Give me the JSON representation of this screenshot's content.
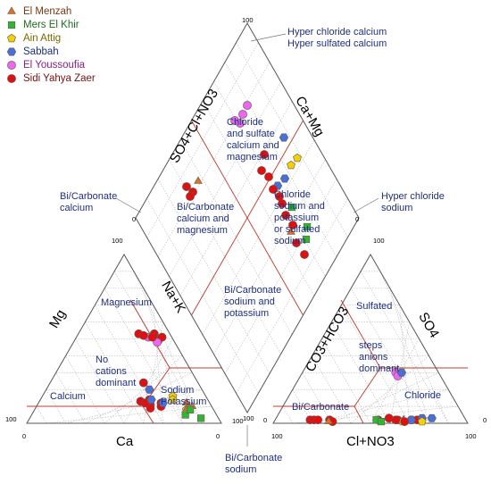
{
  "chart_data": {
    "type": "scatter",
    "diagram": "piper",
    "legend_position": "top-left",
    "grid": true,
    "series": [
      {
        "name": "El Menzah",
        "marker": "triangle",
        "color": "#e07020",
        "text_color": "#7a3a10"
      },
      {
        "name": "Mers El Khir",
        "marker": "square",
        "color": "#33b533",
        "text_color": "#1f6b1f"
      },
      {
        "name": "Ain Attig",
        "marker": "pentagon",
        "color": "#f4d000",
        "text_color": "#7a6a00"
      },
      {
        "name": "Sabbah",
        "marker": "hexagon",
        "color": "#4a6fd8",
        "text_color": "#1f2f80"
      },
      {
        "name": "El Youssoufia",
        "marker": "circle",
        "color": "#ee66ee",
        "text_color": "#8a1f8a"
      },
      {
        "name": "Sidi Yahya Zaer",
        "marker": "circle",
        "color": "#e01010",
        "text_color": "#7a1010"
      }
    ],
    "cation_points": [
      {
        "s": 5,
        "mg": 53,
        "ca": 8
      },
      {
        "s": 5,
        "mg": 49,
        "ca": 8
      },
      {
        "s": 5,
        "mg": 51,
        "ca": 5
      },
      {
        "s": 4,
        "mg": 51,
        "ca": 12
      },
      {
        "s": 4,
        "mg": 48,
        "ca": 9
      },
      {
        "s": 5,
        "mg": 51,
        "ca": 10
      },
      {
        "s": 5,
        "mg": 53,
        "ca": 16
      },
      {
        "s": 5,
        "mg": 52,
        "ca": 14
      },
      {
        "s": 5,
        "mg": 24,
        "ca": 28
      },
      {
        "s": 5,
        "mg": 14,
        "ca": 30
      },
      {
        "s": 5,
        "mg": 13,
        "ca": 35
      },
      {
        "s": 5,
        "mg": 12,
        "ca": 25
      },
      {
        "s": 5,
        "mg": 10,
        "ca": 26
      },
      {
        "s": 5,
        "mg": 11,
        "ca": 31
      },
      {
        "s": 5,
        "mg": 9,
        "ca": 32
      },
      {
        "s": 5,
        "mg": 12,
        "ca": 33
      },
      {
        "s": 3,
        "mg": 20,
        "ca": 27
      },
      {
        "s": 3,
        "mg": 14,
        "ca": 29
      },
      {
        "s": 3,
        "mg": 12,
        "ca": 24
      },
      {
        "s": 2,
        "mg": 16,
        "ca": 17
      },
      {
        "s": 2,
        "mg": 14,
        "ca": 18
      },
      {
        "s": 2,
        "mg": 8,
        "ca": 14
      },
      {
        "s": 0,
        "mg": 12,
        "ca": 12
      },
      {
        "s": 0,
        "mg": 9,
        "ca": 13
      },
      {
        "s": 0,
        "mg": 10,
        "ca": 10
      },
      {
        "s": 1,
        "mg": 5,
        "ca": 16
      },
      {
        "s": 1,
        "mg": 3,
        "ca": 9
      },
      {
        "s": 1,
        "mg": 8,
        "ca": 12
      }
    ],
    "anion_points": [
      {
        "s": 5,
        "so4": 2,
        "cl": 18
      },
      {
        "s": 5,
        "so4": 2,
        "cl": 20
      },
      {
        "s": 5,
        "so4": 2,
        "cl": 22
      },
      {
        "s": 5,
        "so4": 2,
        "cl": 28
      },
      {
        "s": 5,
        "so4": 1,
        "cl": 30
      },
      {
        "s": 5,
        "so4": 2,
        "cl": 53
      },
      {
        "s": 5,
        "so4": 3,
        "cl": 58
      },
      {
        "s": 5,
        "so4": 2,
        "cl": 63
      },
      {
        "s": 5,
        "so4": 2,
        "cl": 70
      },
      {
        "s": 5,
        "so4": 2,
        "cl": 73
      },
      {
        "s": 0,
        "so4": 1,
        "cl": 28
      },
      {
        "s": 0,
        "so4": 2,
        "cl": 66
      },
      {
        "s": 1,
        "so4": 2,
        "cl": 52
      },
      {
        "s": 1,
        "so4": 1,
        "cl": 55
      },
      {
        "s": 4,
        "so4": 30,
        "cl": 48
      },
      {
        "s": 4,
        "so4": 28,
        "cl": 50
      },
      {
        "s": 3,
        "so4": 3,
        "cl": 75
      },
      {
        "s": 3,
        "so4": 3,
        "cl": 80
      },
      {
        "s": 3,
        "so4": 2,
        "cl": 70
      },
      {
        "s": 3,
        "so4": 30,
        "cl": 51
      },
      {
        "s": 2,
        "so4": 1,
        "cl": 76
      },
      {
        "s": 2,
        "so4": 1,
        "cl": 66
      },
      {
        "s": 5,
        "so4": 2,
        "cl": 62
      },
      {
        "s": 5,
        "so4": 1,
        "cl": 67
      }
    ],
    "diamond_points": [
      {
        "s": 4,
        "x": 277,
        "y": 118
      },
      {
        "s": 4,
        "x": 272,
        "y": 128
      },
      {
        "s": 4,
        "x": 263,
        "y": 135
      },
      {
        "s": 4,
        "x": 269,
        "y": 138
      },
      {
        "s": 3,
        "x": 318,
        "y": 154
      },
      {
        "s": 3,
        "x": 319,
        "y": 200
      },
      {
        "s": 3,
        "x": 311,
        "y": 208
      },
      {
        "s": 2,
        "x": 333,
        "y": 177
      },
      {
        "s": 2,
        "x": 326,
        "y": 185
      },
      {
        "s": 1,
        "x": 327,
        "y": 232
      },
      {
        "s": 1,
        "x": 344,
        "y": 254
      },
      {
        "s": 1,
        "x": 343,
        "y": 268
      },
      {
        "s": 0,
        "x": 222,
        "y": 203
      },
      {
        "s": 0,
        "x": 326,
        "y": 260
      },
      {
        "s": 5,
        "x": 296,
        "y": 173
      },
      {
        "s": 5,
        "x": 293,
        "y": 191
      },
      {
        "s": 5,
        "x": 301,
        "y": 198
      },
      {
        "s": 5,
        "x": 306,
        "y": 212
      },
      {
        "s": 5,
        "x": 313,
        "y": 220
      },
      {
        "s": 5,
        "x": 316,
        "y": 228
      },
      {
        "s": 5,
        "x": 320,
        "y": 241
      },
      {
        "s": 5,
        "x": 328,
        "y": 252
      },
      {
        "s": 5,
        "x": 332,
        "y": 272
      },
      {
        "s": 5,
        "x": 341,
        "y": 285
      },
      {
        "s": 5,
        "x": 209,
        "y": 209
      },
      {
        "s": 5,
        "x": 216,
        "y": 215
      },
      {
        "s": 5,
        "x": 213,
        "y": 220
      }
    ],
    "axes": [
      {
        "id": "ca",
        "label": "Ca"
      },
      {
        "id": "mg",
        "label": "Mg"
      },
      {
        "id": "nak",
        "label": "Na+K"
      },
      {
        "id": "so4clno3",
        "label": "SO4+Cl+NO3"
      },
      {
        "id": "camg",
        "label": "Ca+Mg"
      },
      {
        "id": "co3hco3",
        "label": "CO3+HCO3"
      },
      {
        "id": "so4",
        "label": "SO4"
      },
      {
        "id": "clno3",
        "label": "Cl+NO3"
      }
    ],
    "tick_labels": [
      {
        "id": "diamond-top-100",
        "text": "100"
      },
      {
        "id": "diamond-left-0",
        "text": "0"
      },
      {
        "id": "diamond-right-0",
        "text": "0"
      },
      {
        "id": "diamond-bottom-100",
        "text": "100"
      },
      {
        "id": "cation-top-100",
        "text": "100"
      },
      {
        "id": "cation-bl-100",
        "text": "100"
      },
      {
        "id": "cation-bl-0",
        "text": "0"
      },
      {
        "id": "cation-br-0",
        "text": "0"
      },
      {
        "id": "cation-br-100",
        "text": "100"
      },
      {
        "id": "anion-top-100",
        "text": "100"
      },
      {
        "id": "anion-bl-0",
        "text": "0"
      },
      {
        "id": "anion-bl-100",
        "text": "100"
      },
      {
        "id": "anion-br-100",
        "text": "100"
      },
      {
        "id": "anion-br-0",
        "text": "0"
      }
    ],
    "annotations": [
      {
        "id": "hyper-chloride-calcium",
        "text": "Hyper chloride calcium\nHyper sulfated calcium"
      },
      {
        "id": "chloride-sulfate-ca-mg",
        "text": "Chloride\nand sulfate\ncalcium and\nmagnesium"
      },
      {
        "id": "bicarbonate-calcium-left",
        "text": "Bi/Carbonate\ncalcium"
      },
      {
        "id": "bicarbonate-ca-mg",
        "text": "Bi/Carbonate\ncalcium and\nmagnesium"
      },
      {
        "id": "chloride-na-k",
        "text": "Chloride\nsodium and\npotassium\nor sulfated\nsodium"
      },
      {
        "id": "hyper-chloride-sodium",
        "text": "Hyper chloride\nsodium"
      },
      {
        "id": "bicarbonate-na-k",
        "text": "Bi/Carbonate\nsodium and\npotassium"
      },
      {
        "id": "bicarbonate-sodium",
        "text": "Bi/Carbonate\nsodium"
      },
      {
        "id": "magnesium",
        "text": "Magnesium"
      },
      {
        "id": "no-cations-dominant",
        "text": "No\ncations\ndominant"
      },
      {
        "id": "sodium-potassium",
        "text": "Sodium\nPotassium"
      },
      {
        "id": "calcium",
        "text": "Calcium"
      },
      {
        "id": "sulfated",
        "text": "Sulfated"
      },
      {
        "id": "steps-anions-dominant",
        "text": "steps\nanions\ndominant"
      },
      {
        "id": "chloride",
        "text": "Chloride"
      },
      {
        "id": "bicarbonate-right",
        "text": "Bi/Carbonate"
      }
    ]
  }
}
